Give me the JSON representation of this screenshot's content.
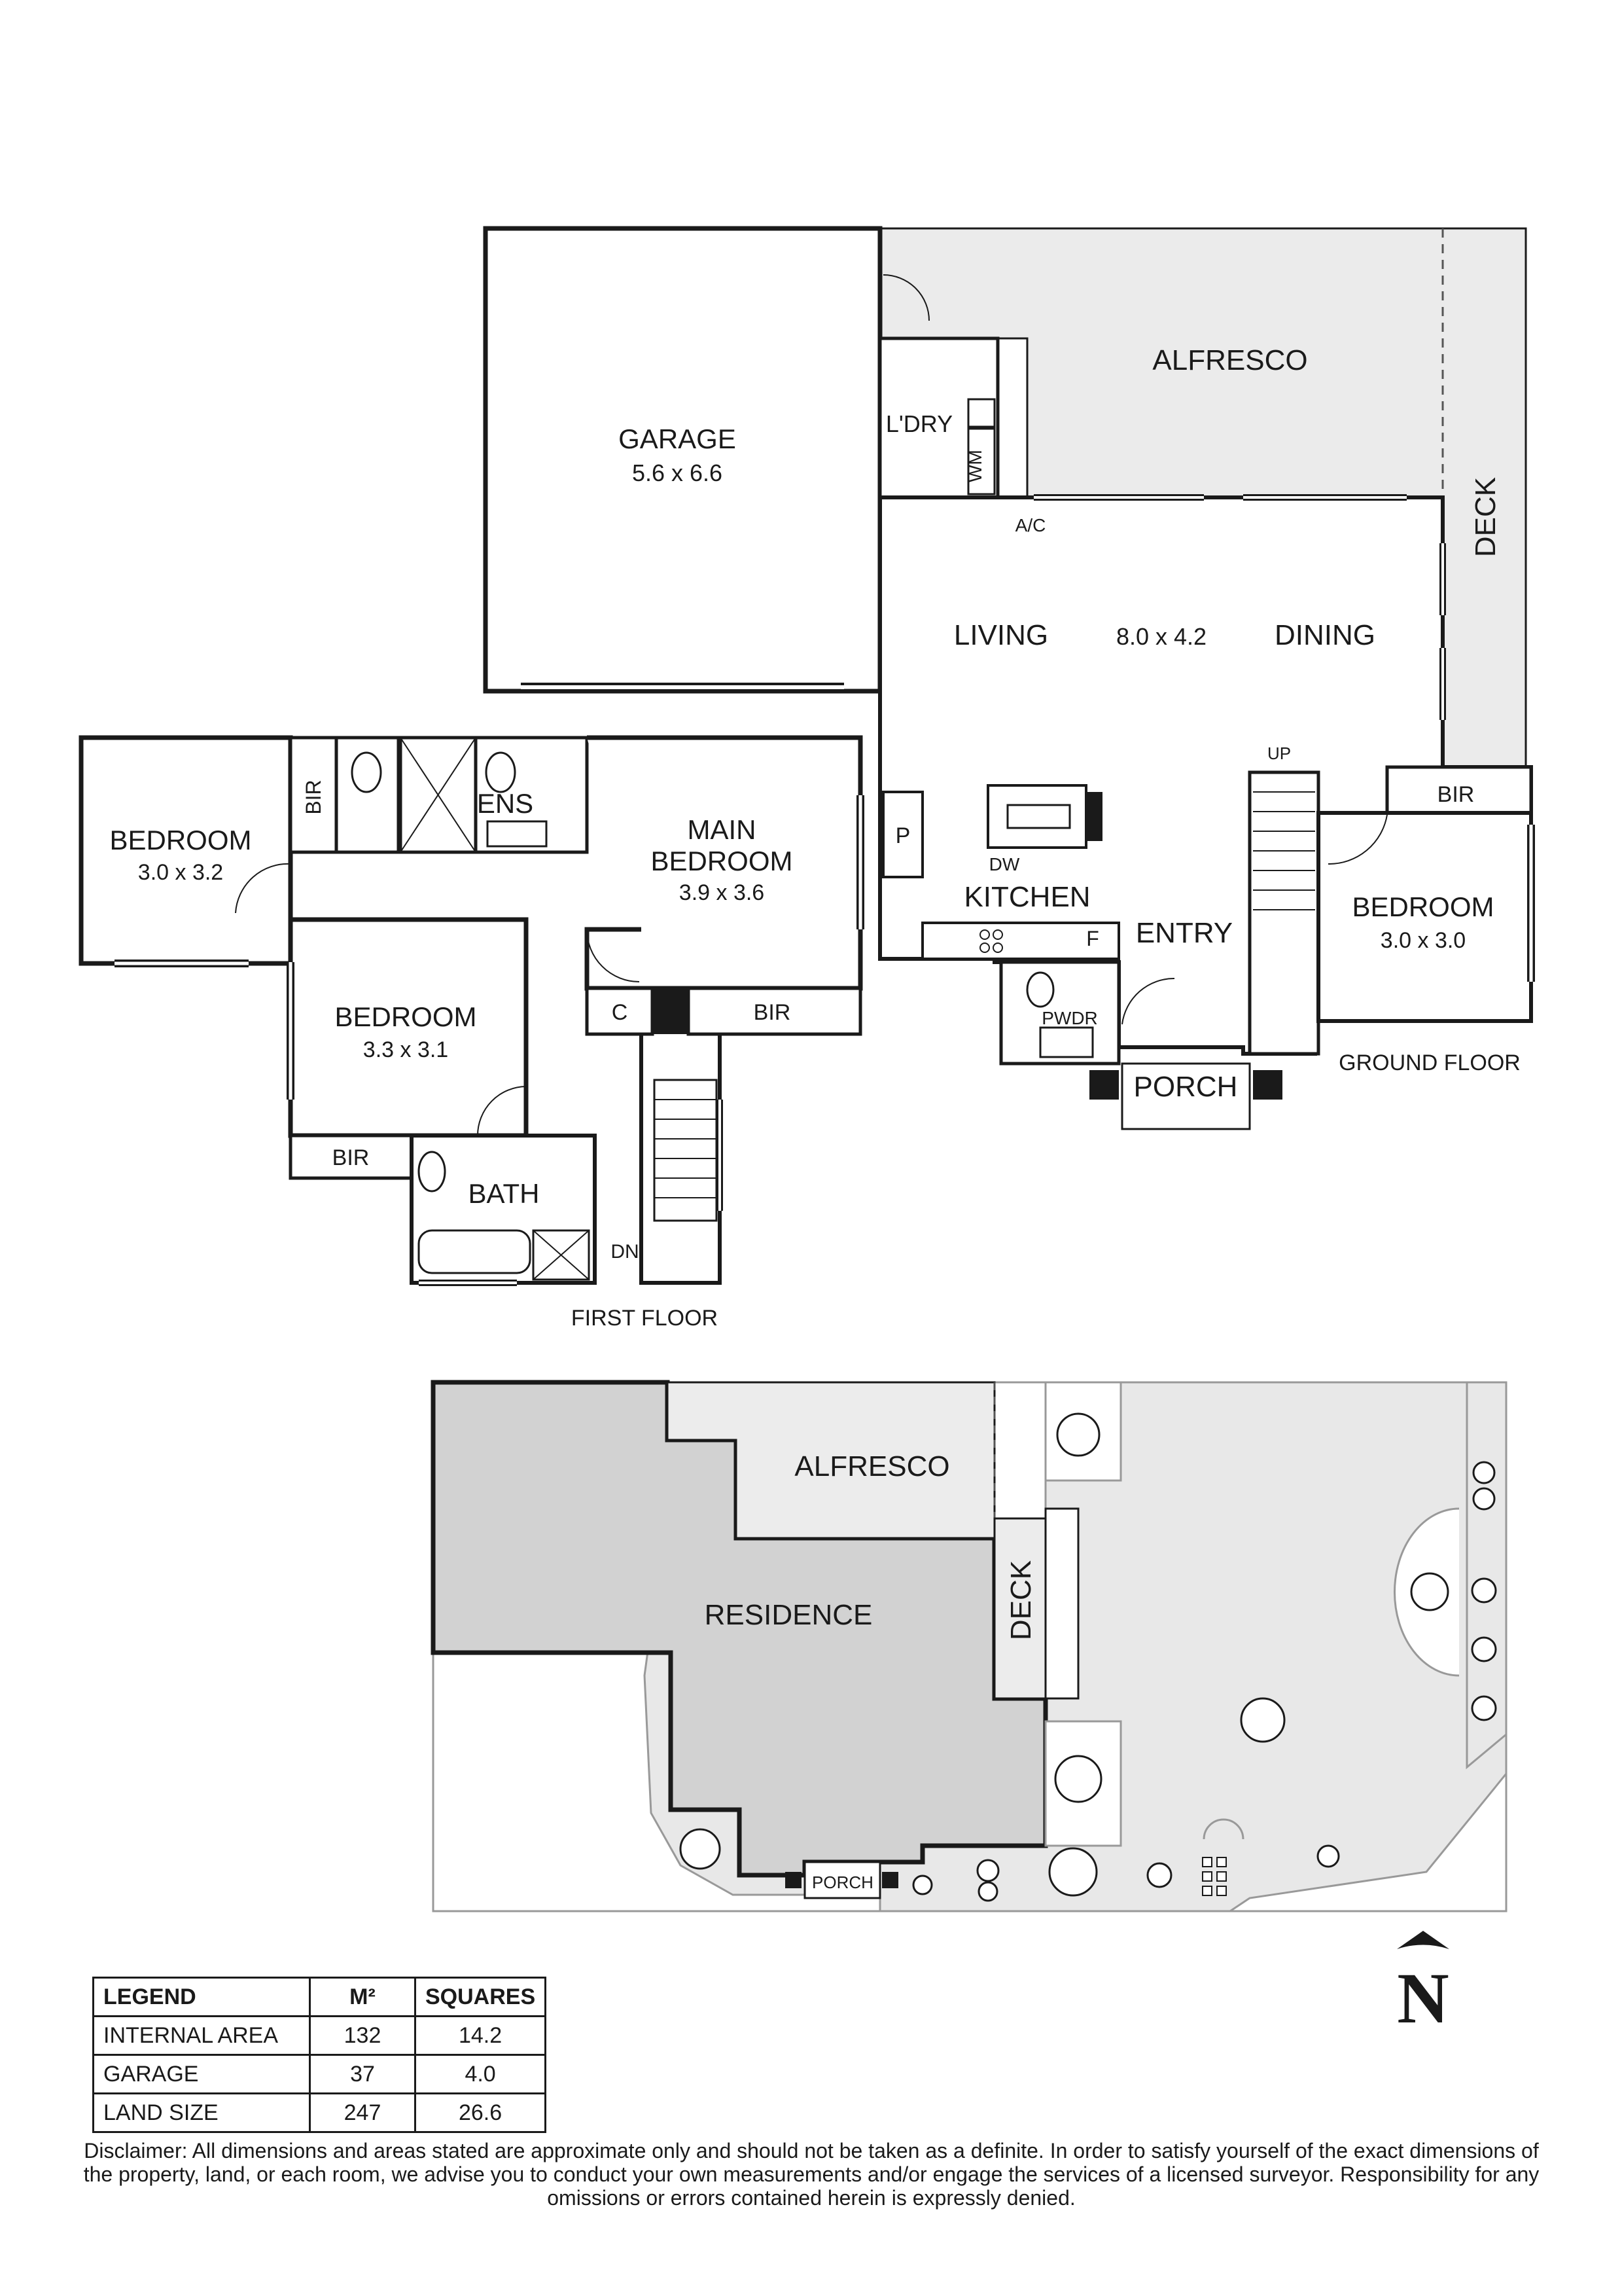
{
  "ground_floor": {
    "caption": "GROUND FLOOR",
    "rooms": {
      "garage": {
        "name": "GARAGE",
        "size": "5.6 x 6.6"
      },
      "alfresco": {
        "name": "ALFRESCO"
      },
      "deck": {
        "name": "DECK"
      },
      "laundry": {
        "name": "L'DRY"
      },
      "wm": {
        "name": "WM"
      },
      "ac": {
        "name": "A/C"
      },
      "living": {
        "name": "LIVING"
      },
      "living_dining_size": "8.0 x 4.2",
      "dining": {
        "name": "DINING"
      },
      "up": {
        "name": "UP"
      },
      "bir": {
        "name": "BIR"
      },
      "bedroom": {
        "name": "BEDROOM",
        "size": "3.0 x 3.0"
      },
      "pantry": {
        "name": "P"
      },
      "dw": {
        "name": "DW"
      },
      "kitchen": {
        "name": "KITCHEN"
      },
      "fridge": {
        "name": "F"
      },
      "entry": {
        "name": "ENTRY"
      },
      "powder": {
        "name": "PWDR"
      },
      "porch": {
        "name": "PORCH"
      }
    }
  },
  "first_floor": {
    "caption": "FIRST FLOOR",
    "rooms": {
      "bedroom_west": {
        "name": "BEDROOM",
        "size": "3.0 x 3.2"
      },
      "bir_west": {
        "name": "BIR"
      },
      "ensuite": {
        "name": "ENS"
      },
      "main_bedroom": {
        "name_line1": "MAIN",
        "name_line2": "BEDROOM",
        "size": "3.9 x 3.6"
      },
      "bedroom_south": {
        "name": "BEDROOM",
        "size": "3.3 x 3.1"
      },
      "c": {
        "name": "C"
      },
      "bir_main": {
        "name": "BIR"
      },
      "bir_south": {
        "name": "BIR"
      },
      "bath": {
        "name": "BATH"
      },
      "dn": {
        "name": "DN"
      }
    }
  },
  "site_plan": {
    "alfresco": "ALFRESCO",
    "deck": "DECK",
    "residence": "RESIDENCE",
    "porch": "PORCH"
  },
  "compass": {
    "letter": "N"
  },
  "legend": {
    "headers": [
      "LEGEND",
      "M²",
      "SQUARES"
    ],
    "rows": [
      {
        "label": "INTERNAL AREA",
        "m2": "132",
        "squares": "14.2"
      },
      {
        "label": "GARAGE",
        "m2": "37",
        "squares": "4.0"
      },
      {
        "label": "LAND SIZE",
        "m2": "247",
        "squares": "26.6"
      }
    ]
  },
  "disclaimer": "Disclaimer: All dimensions and areas stated are approximate only and should not be taken as a definite. In order to satisfy yourself of the exact dimensions of the property, land, or each room, we advise you to conduct your own measurements and/or engage the services of a licensed surveyor. Responsibility for any omissions or errors contained herein is expressly denied."
}
